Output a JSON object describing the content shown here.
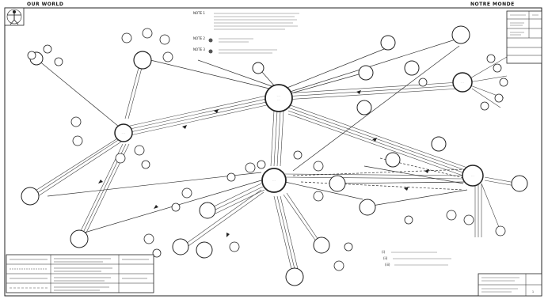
{
  "header": {
    "title_left": "OUR WORLD",
    "title_right": "NOTRE MONDE"
  },
  "diagram": {
    "nodes": [
      {
        "id": "hub-1",
        "label": "",
        "size": "large"
      },
      {
        "id": "hub-2",
        "label": "",
        "size": "large"
      },
      {
        "id": "hub-3",
        "label": "",
        "size": "medium"
      },
      {
        "id": "hub-4",
        "label": "",
        "size": "medium"
      },
      {
        "id": "hub-5",
        "label": "",
        "size": "medium"
      },
      {
        "id": "hub-6",
        "label": "",
        "size": "medium"
      }
    ],
    "note_markers": [
      "NOTE 1",
      "NOTE 2",
      "NOTE 3"
    ],
    "bottom_notes_prefix": [
      "(i)",
      "(ii)",
      "(iii)"
    ]
  },
  "legend": {
    "rows": [
      "",
      "",
      "",
      ""
    ]
  },
  "title_block": {
    "sheet_no": "1"
  }
}
